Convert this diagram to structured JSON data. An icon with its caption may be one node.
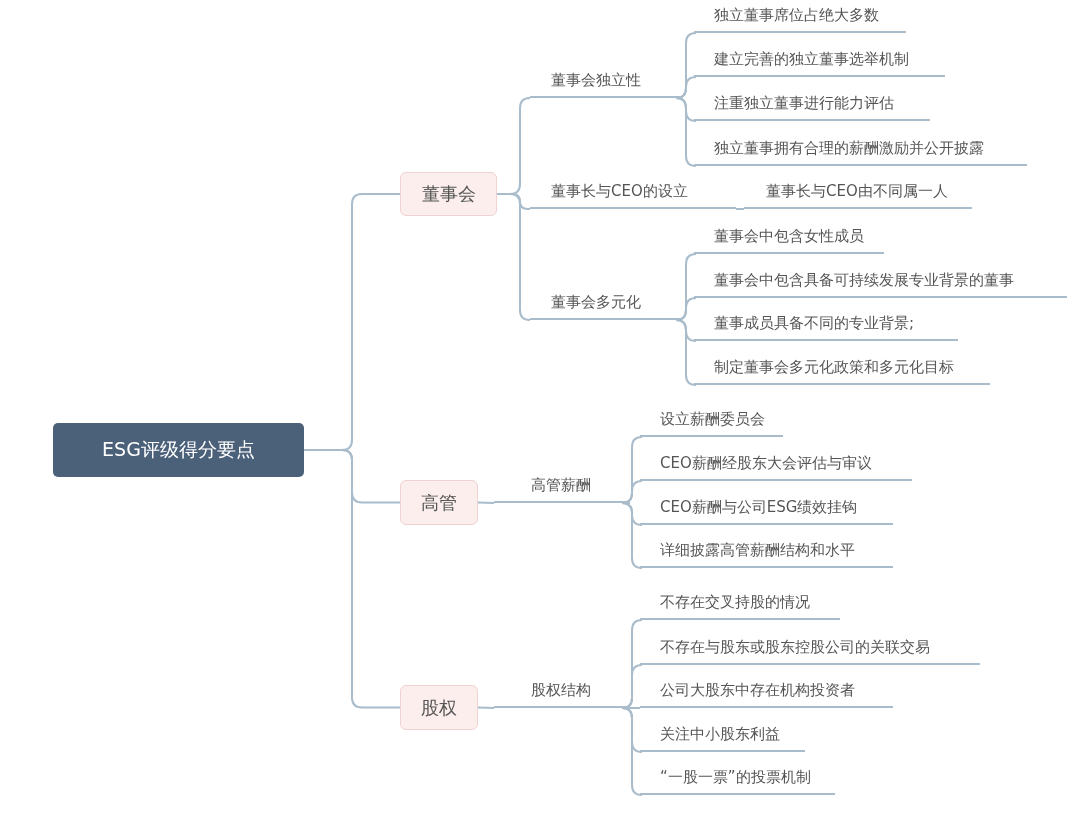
{
  "diagram": {
    "nodes": [
      {
        "text": [
          "ESG评级得分要点"
        ]
      },
      {
        "text": [
          "董事会"
        ]
      },
      {
        "text": [
          "董事会独立性"
        ]
      },
      {
        "text": [
          "独立董事席位占绝大多数"
        ]
      },
      {
        "text": [
          "建立完善的独立董事选举机制"
        ]
      },
      {
        "text": [
          "注重独立董事进行能力评估"
        ]
      },
      {
        "text": [
          "独立董事拥有合理的薪酬激励并公开披露"
        ]
      },
      {
        "text": [
          "董事长与CEO的设立"
        ]
      },
      {
        "text": [
          "董事长与CEO由不同属一人"
        ]
      },
      {
        "text": [
          "董事会多元化"
        ]
      },
      {
        "text": [
          "董事会中包含女性成员"
        ]
      },
      {
        "text": [
          "董事会中包含具备可持续发展专业背景的董事"
        ]
      },
      {
        "text": [
          "董事成员具备不同的专业背景;"
        ]
      },
      {
        "text": [
          "制定董事会多元化政策和多元化目标"
        ]
      },
      {
        "text": [
          "高管"
        ]
      },
      {
        "text": [
          "高管薪酬"
        ]
      },
      {
        "text": [
          "设立薪酬委员会"
        ]
      },
      {
        "text": [
          "CEO薪酬经股东大会评估与审议"
        ]
      },
      {
        "text": [
          "CEO薪酬与公司ESG绩效挂钩"
        ]
      },
      {
        "text": [
          "详细披露高管薪酬结构和水平"
        ]
      },
      {
        "text": [
          "股权"
        ]
      },
      {
        "text": [
          "股权结构"
        ]
      },
      {
        "text": [
          "不存在交叉持股的情况"
        ]
      },
      {
        "text": [
          "不存在与股东或股东控股公司的关联交易"
        ]
      },
      {
        "text": [
          "公司大股东中存在机构投资者"
        ]
      },
      {
        "text": [
          "关注中小股东利益"
        ]
      },
      {
        "text": [
          "“一股一票”的投票机制"
        ]
      }
    ],
    "edges": [
      {
        "from": 0,
        "to": 1,
        "arrow": "none"
      },
      {
        "from": 1,
        "to": 2,
        "arrow": "none"
      },
      {
        "from": 2,
        "to": 3,
        "arrow": "none"
      },
      {
        "from": 2,
        "to": 4,
        "arrow": "none"
      },
      {
        "from": 2,
        "to": 5,
        "arrow": "none"
      },
      {
        "from": 2,
        "to": 6,
        "arrow": "none"
      },
      {
        "from": 1,
        "to": 7,
        "arrow": "none"
      },
      {
        "from": 7,
        "to": 8,
        "arrow": "none"
      },
      {
        "from": 1,
        "to": 9,
        "arrow": "none"
      },
      {
        "from": 9,
        "to": 10,
        "arrow": "none"
      },
      {
        "from": 9,
        "to": 11,
        "arrow": "none"
      },
      {
        "from": 9,
        "to": 12,
        "arrow": "none"
      },
      {
        "from": 9,
        "to": 13,
        "arrow": "none"
      },
      {
        "from": 0,
        "to": 14,
        "arrow": "none"
      },
      {
        "from": 14,
        "to": 15,
        "arrow": "none"
      },
      {
        "from": 15,
        "to": 16,
        "arrow": "none"
      },
      {
        "from": 15,
        "to": 17,
        "arrow": "none"
      },
      {
        "from": 15,
        "to": 18,
        "arrow": "none"
      },
      {
        "from": 15,
        "to": 19,
        "arrow": "none"
      },
      {
        "from": 0,
        "to": 20,
        "arrow": "none"
      },
      {
        "from": 20,
        "to": 21,
        "arrow": "none"
      },
      {
        "from": 21,
        "to": 22,
        "arrow": "none"
      },
      {
        "from": 21,
        "to": 23,
        "arrow": "none"
      },
      {
        "from": 21,
        "to": 24,
        "arrow": "none"
      },
      {
        "from": 21,
        "to": 25,
        "arrow": "none"
      },
      {
        "from": 21,
        "to": 26,
        "arrow": "none"
      }
    ]
  }
}
